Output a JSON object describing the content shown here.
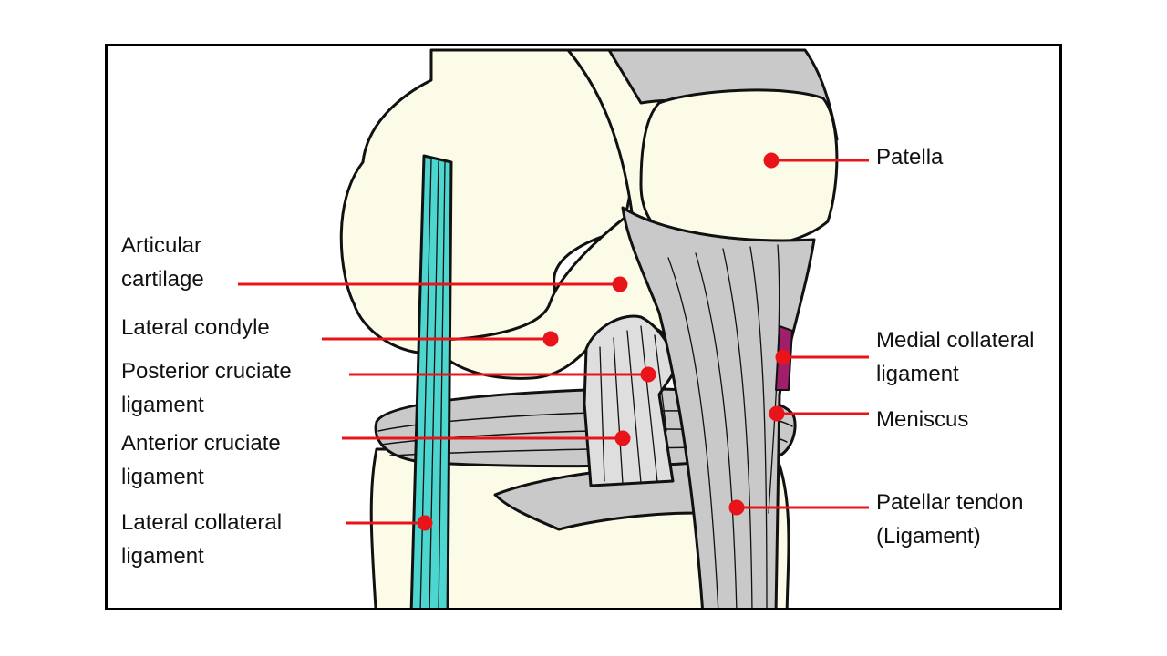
{
  "colors": {
    "bone": "#fbfbe8",
    "ligament": "#c9c9c9",
    "ligament_light": "#dedede",
    "lateral_collateral": "#4dd6d0",
    "medial_collateral": "#a01e6a",
    "pointer": "#e8141a",
    "outline": "#111111"
  },
  "labels": {
    "patella": [
      "Patella"
    ],
    "articular_cartilage": [
      "Articular",
      "cartilage"
    ],
    "lateral_condyle": [
      "Lateral condyle"
    ],
    "posterior_cruciate": [
      "Posterior cruciate",
      "ligament"
    ],
    "anterior_cruciate": [
      "Anterior cruciate",
      "ligament"
    ],
    "lateral_collateral": [
      "Lateral collateral",
      "ligament"
    ],
    "medial_collateral": [
      "Medial collateral",
      "ligament"
    ],
    "meniscus": [
      "Meniscus"
    ],
    "patellar_tendon": [
      "Patellar tendon",
      "(Ligament)"
    ]
  }
}
